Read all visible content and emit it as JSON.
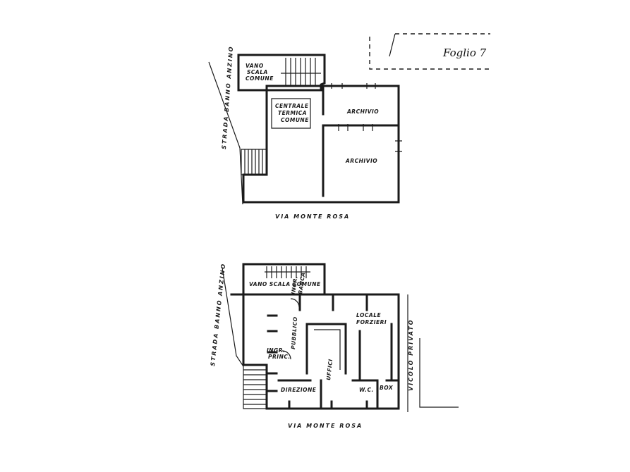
{
  "sheet": {
    "label": "Foglio 7"
  },
  "upper_plan": {
    "rooms": {
      "stair": [
        "VANO",
        "SCALA",
        "COMUNE"
      ],
      "boiler": [
        "CENTRALE",
        "TERMICA",
        "COMUNE"
      ],
      "archive_top": "ARCHIVIO",
      "archive_main": "ARCHIVIO"
    },
    "street_side": "STRADA BANNO ANZINO",
    "street_front": "VIA MONTE ROSA"
  },
  "lower_plan": {
    "rooms": {
      "stair": "VANO SCALA COMUNE",
      "entrance": [
        "INGR.",
        "BANCA"
      ],
      "public": "PUBBLICO",
      "vault": [
        "LOCALE",
        "FORZIERI"
      ],
      "secondary_entrance": [
        "INGR.",
        "PRINC."
      ],
      "offices": "UFFICI",
      "direction": "DIREZIONE",
      "wc": "W.C.",
      "box": "BOX"
    },
    "street_side": "STRADA BANNO ANZINO",
    "street_front": "VIA MONTE ROSA",
    "street_right": "VICOLO PRIVATO"
  }
}
